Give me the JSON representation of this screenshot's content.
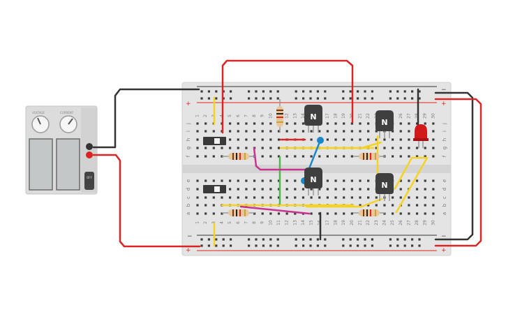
{
  "colors": {
    "board": "#e4e4e4",
    "rail_red": "#e2231a",
    "rail_black": "#333333",
    "hole": "#3c3c3c",
    "wire_red": "#d92525",
    "wire_black": "#333333",
    "wire_yellow": "#f4d322",
    "wire_green": "#4cb848",
    "wire_magenta": "#c9328f",
    "wire_blue": "#1b86c8",
    "transistor": "#3f3f3f",
    "led": "#d01a1a",
    "resistor": "#e9c79a"
  },
  "breadboard": {
    "col_labels": [
      "1",
      "2",
      "3",
      "4",
      "5",
      "6",
      "7",
      "8",
      "9",
      "10",
      "11",
      "12",
      "13",
      "14",
      "15",
      "16",
      "17",
      "18",
      "19",
      "20",
      "21",
      "22",
      "23",
      "24",
      "25",
      "26",
      "27",
      "28",
      "29",
      "30"
    ],
    "top_rows": [
      "j",
      "i",
      "h",
      "g",
      "f"
    ],
    "bottom_rows": [
      "e",
      "d",
      "c",
      "b",
      "a"
    ],
    "rail_minus": "−",
    "rail_plus": "+"
  },
  "power_supply": {
    "knob_labels": [
      "VOLTAGE",
      "CURRENT"
    ],
    "button_label": "OFF"
  },
  "components": {
    "transistor_label": "N"
  }
}
